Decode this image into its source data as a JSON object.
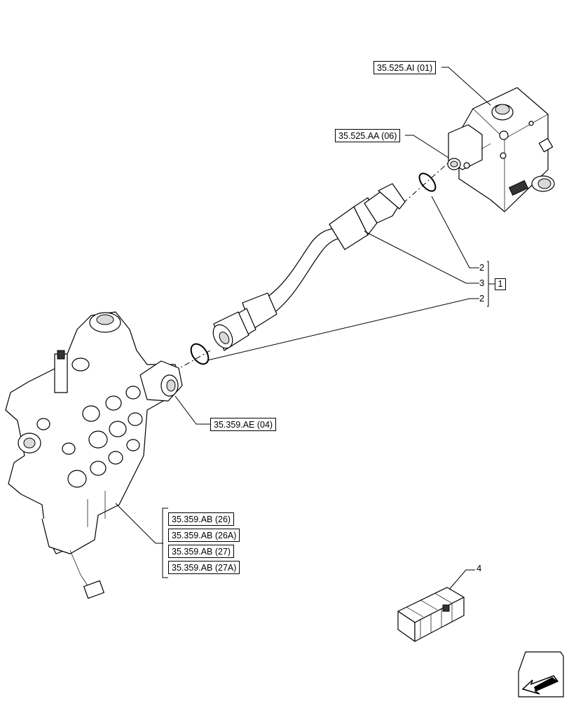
{
  "references": {
    "valve_block": "35.525.AI (01)",
    "fitting": "35.525.AA (06)",
    "elbow": "35.359.AE (04)",
    "section_26": "35.359.AB (26)",
    "section_26a": "35.359.AB (26A)",
    "section_27": "35.359.AB (27)",
    "section_27a": "35.359.AB (27A)"
  },
  "items": {
    "oring_top": "2",
    "hose": "3",
    "oring_bottom": "2",
    "kit": "1",
    "crate": "4"
  },
  "icons": {
    "crate": "crate-icon",
    "navigation": "next-page-arrow-icon"
  }
}
